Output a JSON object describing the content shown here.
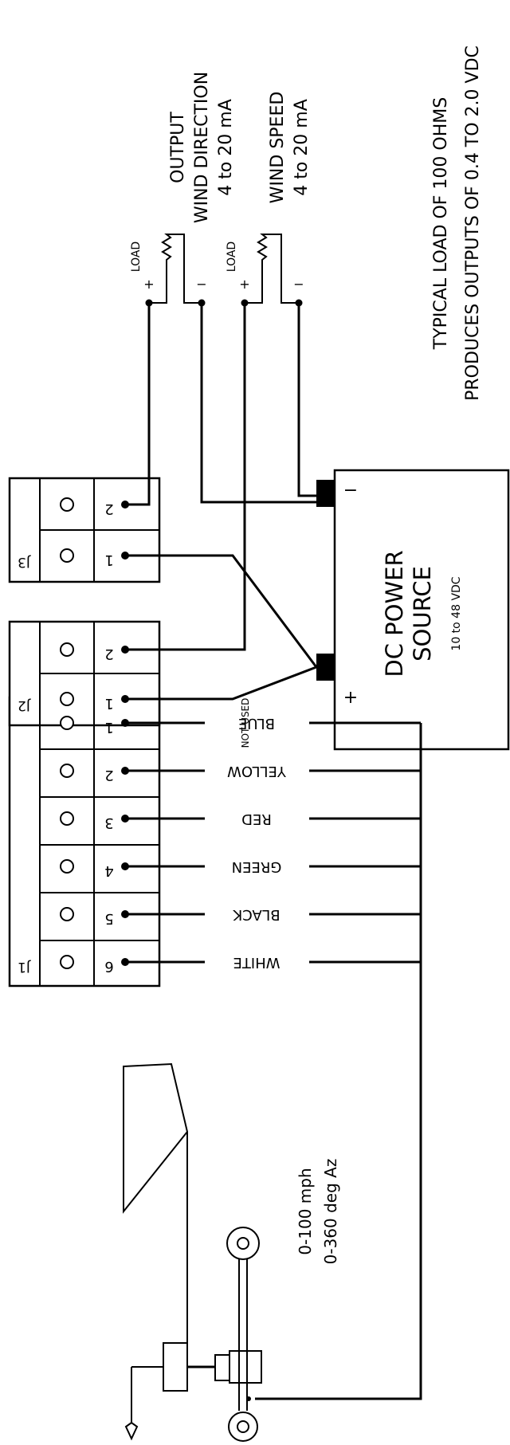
{
  "j1": {
    "label": "J1",
    "pins": [
      "1",
      "2",
      "3",
      "4",
      "5",
      "6"
    ],
    "wires": [
      "WHITE",
      "BLACK",
      "GREEN",
      "RED",
      "YELLOW",
      "BLUE"
    ],
    "not_used": "NOT USED"
  },
  "j2": {
    "label": "J2",
    "pins": [
      "1",
      "2"
    ]
  },
  "j3": {
    "label": "J3",
    "pins": [
      "1",
      "2"
    ]
  },
  "power": {
    "title1": "DC POWER",
    "title2": "SOURCE",
    "range": "10 to 48 VDC",
    "plus": "+",
    "minus": "−"
  },
  "loads": {
    "label": "LOAD",
    "plus": "+",
    "minus": "−"
  },
  "outputs": {
    "header": "OUTPUT",
    "dir_title": "WIND DIRECTION",
    "dir_range": "4 to 20 mA",
    "speed_title": "WIND SPEED",
    "speed_range": "4 to 20 mA"
  },
  "note": {
    "line1": "TYPICAL LOAD OF 100 OHMS",
    "line2": "PRODUCES OUTPUTS OF 0.4 TO 2.0 VDC"
  },
  "sensor": {
    "speed_range": "0-100 mph",
    "dir_range": "0-360 deg Az"
  }
}
